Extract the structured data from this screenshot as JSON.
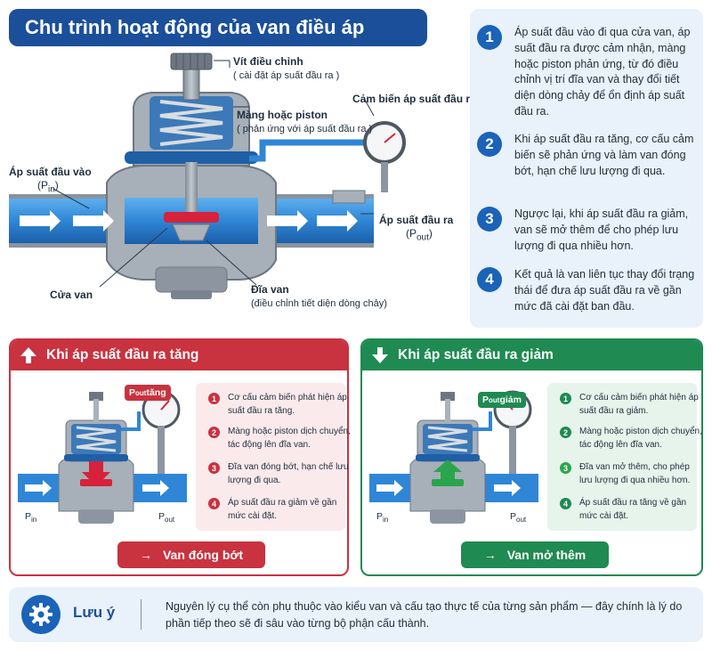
{
  "title": "Chu trình hoạt động của van điều áp",
  "labels": {
    "screw": "Vít điều chỉnh",
    "screw_sub": "( cài đặt áp suất đầu ra )",
    "diaphragm": "Màng hoặc piston",
    "diaphragm_sub": "( phản ứng với áp suất đầu ra )",
    "sensor": "Cảm biến áp suất đầu ra",
    "inlet": "Áp suất đầu vào",
    "inlet_sym": "(P",
    "inlet_sub": "in",
    "inlet_close": ")",
    "outlet": "Áp suất đầu ra",
    "outlet_sym": "(P",
    "outlet_sub": "out",
    "outlet_close": ")",
    "seat": "Cửa van",
    "disc": "Đĩa van",
    "disc_sub": "(điều chỉnh tiết diện dòng chảy)"
  },
  "steps": [
    {
      "num": "1",
      "text": "Áp suất đầu vào đi qua cửa van, áp suất đầu ra được cảm nhận, màng hoặc piston phản ứng, từ đó điều chỉnh vị trí đĩa van và thay đổi tiết diện dòng chảy để ổn định áp suất đầu ra."
    },
    {
      "num": "2",
      "text": "Khi áp suất đầu ra tăng, cơ cấu cảm biến sẽ phản ứng và làm van đóng bớt, hạn chế lưu lượng đi qua."
    },
    {
      "num": "3",
      "text": "Ngược lại, khi áp suất đầu ra giảm, van sẽ mở thêm để cho phép lưu lượng đi qua nhiều hơn."
    },
    {
      "num": "4",
      "text": "Kết quả là van liên tục thay đổi trạng thái để đưa áp suất đầu ra về gần mức đã cài đặt ban đầu."
    }
  ],
  "increase": {
    "header": "Khi áp suất đầu ra tăng",
    "tag_p": "P",
    "tag_sub": "out",
    "tag_word": " tăng",
    "pin": "P",
    "pin_sub": "in",
    "pout": "P",
    "pout_sub": "out",
    "items": [
      {
        "num": "1",
        "text": "Cơ cấu cảm biến phát hiện áp suất đầu ra tăng."
      },
      {
        "num": "2",
        "text": "Màng hoặc piston dịch chuyển, tác động lên đĩa van."
      },
      {
        "num": "3",
        "text": "Đĩa van đóng bớt, hạn chế lưu lượng đi qua."
      },
      {
        "num": "4",
        "text": "Áp suất đầu ra giảm về gần mức cài đặt."
      }
    ],
    "result_arrow": "→",
    "result": "Van đóng bớt",
    "color": "#c9323f"
  },
  "decrease": {
    "header": "Khi áp suất đầu ra giảm",
    "tag_p": "P",
    "tag_sub": "out",
    "tag_word": " giảm",
    "pin": "P",
    "pin_sub": "in",
    "pout": "P",
    "pout_sub": "out",
    "items": [
      {
        "num": "1",
        "text": "Cơ cấu cảm biến phát hiện áp suất đầu ra giảm."
      },
      {
        "num": "2",
        "text": "Màng hoặc piston dịch chuyển, tác động lên đĩa van."
      },
      {
        "num": "3",
        "text": "Đĩa van mở thêm, cho phép lưu lượng đi qua nhiều hơn."
      },
      {
        "num": "4",
        "text": "Áp suất đầu ra tăng về gần mức cài đặt."
      }
    ],
    "result_arrow": "→",
    "result": "Van mở thêm",
    "color": "#1f8a52"
  },
  "note": {
    "title": "Lưu ý",
    "text": "Nguyên lý cụ thể còn phụ thuộc vào kiểu van và cấu tạo thực tế của từng sản phẩm — đây chính là lý do phần tiếp theo sẽ đi sâu vào từng bộ phận cấu thành.",
    "icon": "gear-icon"
  },
  "colors": {
    "primary": "#1b4f9a",
    "accent": "#1b63b8",
    "pipe": "#2f86d6",
    "body": "#9aa3ad",
    "red": "#c9323f",
    "green": "#1f8a52"
  }
}
